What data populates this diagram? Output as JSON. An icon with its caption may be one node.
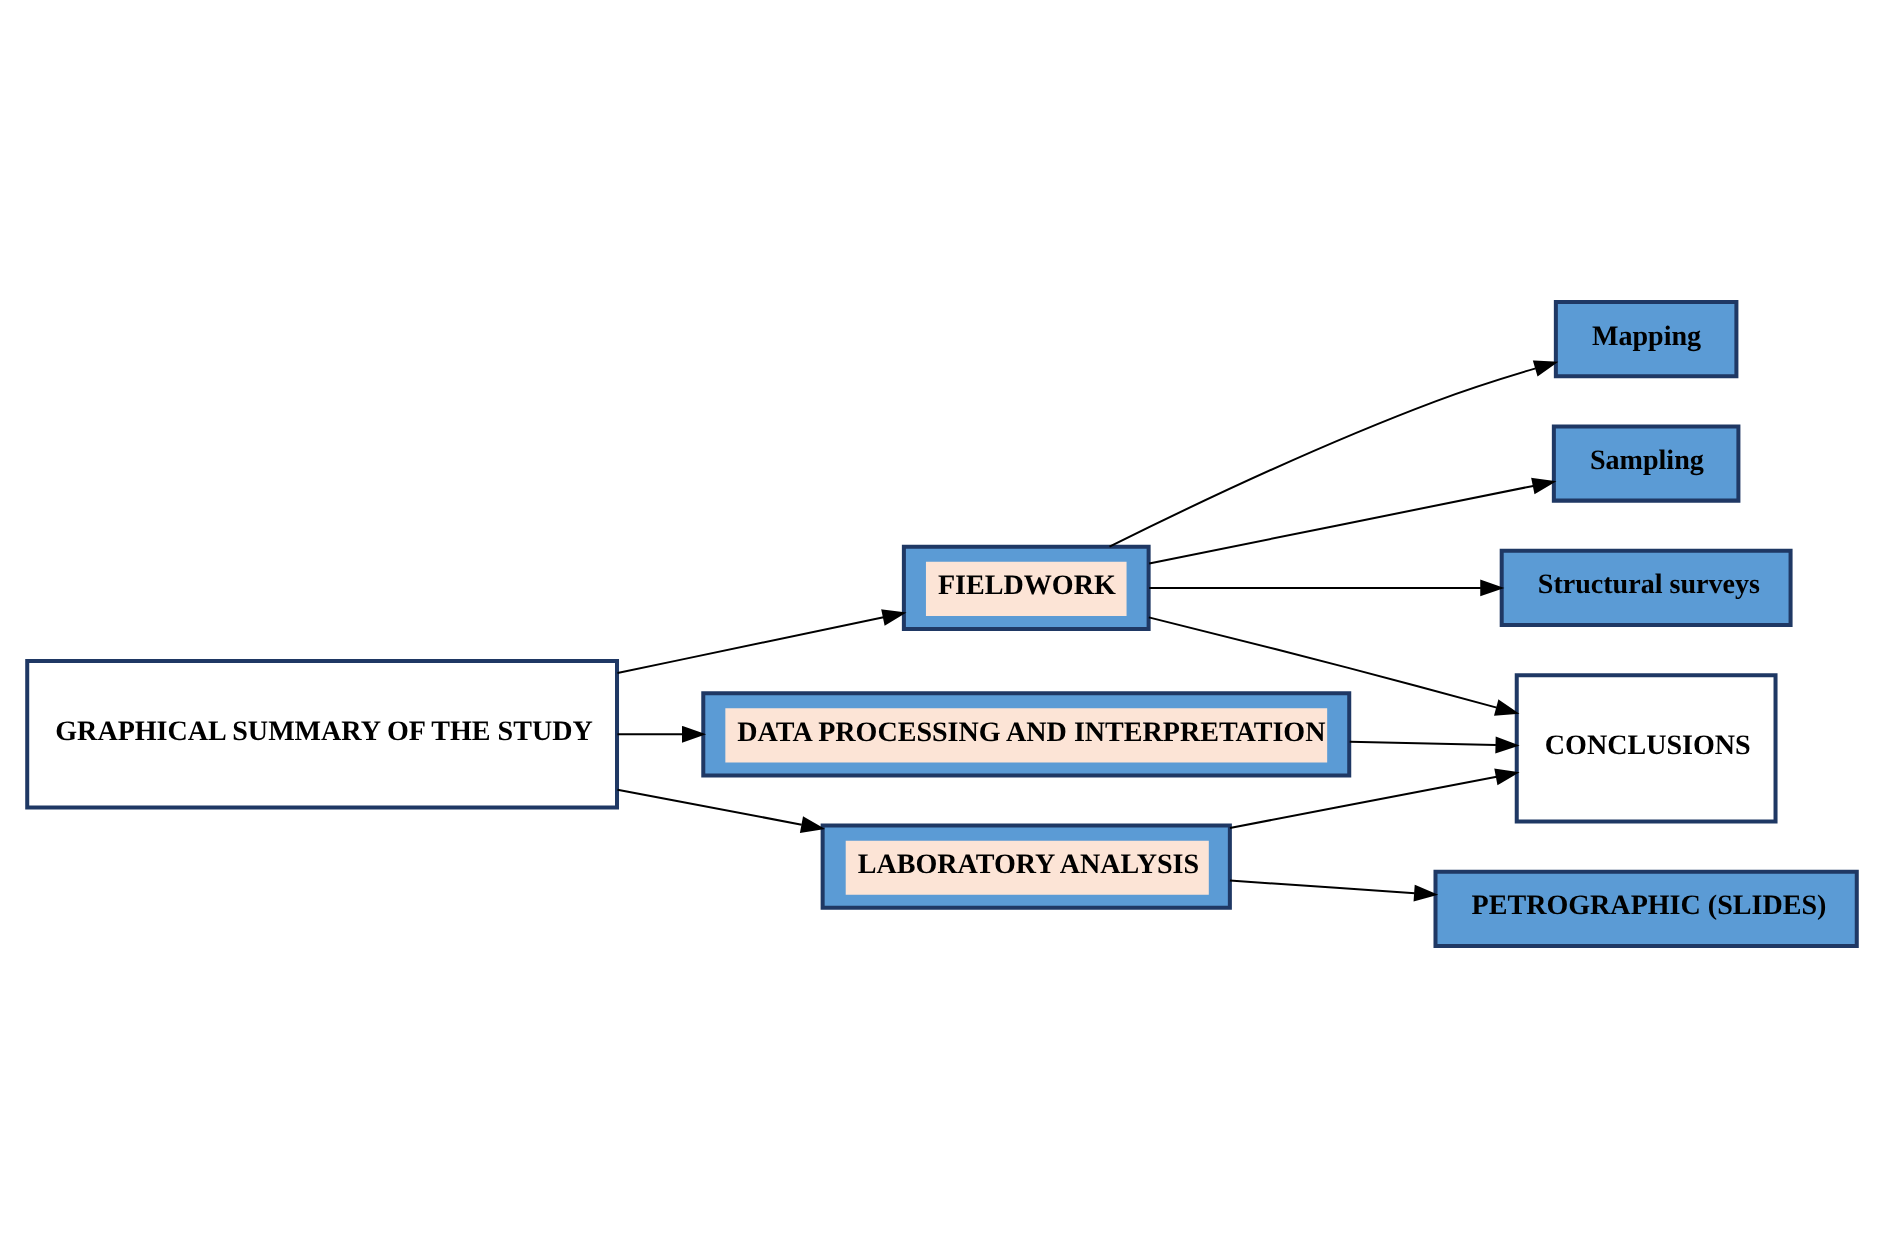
{
  "diagram": {
    "nodes": [
      {
        "text": [
          "GRAPHICAL SUMMARY OF THE STUDY"
        ]
      },
      {
        "text": [
          "FIELDWORK"
        ]
      },
      {
        "text": [
          "Mapping"
        ]
      },
      {
        "text": [
          "Sampling"
        ]
      },
      {
        "text": [
          "Structural surveys"
        ]
      },
      {
        "text": [
          "LABORATORY ANALYSIS"
        ]
      },
      {
        "text": [
          "PETROGRAPHIC (SLIDES)"
        ]
      },
      {
        "text": [
          "DATA PROCESSING AND INTERPRETATION"
        ]
      },
      {
        "text": [
          "CONCLUSIONS"
        ]
      }
    ],
    "edges": [
      {
        "from": 0,
        "to": 1,
        "arrow": "to"
      },
      {
        "from": 1,
        "to": 2,
        "arrow": "to"
      },
      {
        "from": 1,
        "to": 3,
        "arrow": "to"
      },
      {
        "from": 1,
        "to": 4,
        "arrow": "to"
      },
      {
        "from": 1,
        "to": 8,
        "arrow": "to"
      },
      {
        "from": 0,
        "to": 5,
        "arrow": "to"
      },
      {
        "from": 5,
        "to": 8,
        "arrow": "to"
      },
      {
        "from": 5,
        "to": 6,
        "arrow": "to"
      },
      {
        "from": 0,
        "to": 7,
        "arrow": "to"
      },
      {
        "from": 7,
        "to": 8,
        "arrow": "to"
      }
    ]
  }
}
